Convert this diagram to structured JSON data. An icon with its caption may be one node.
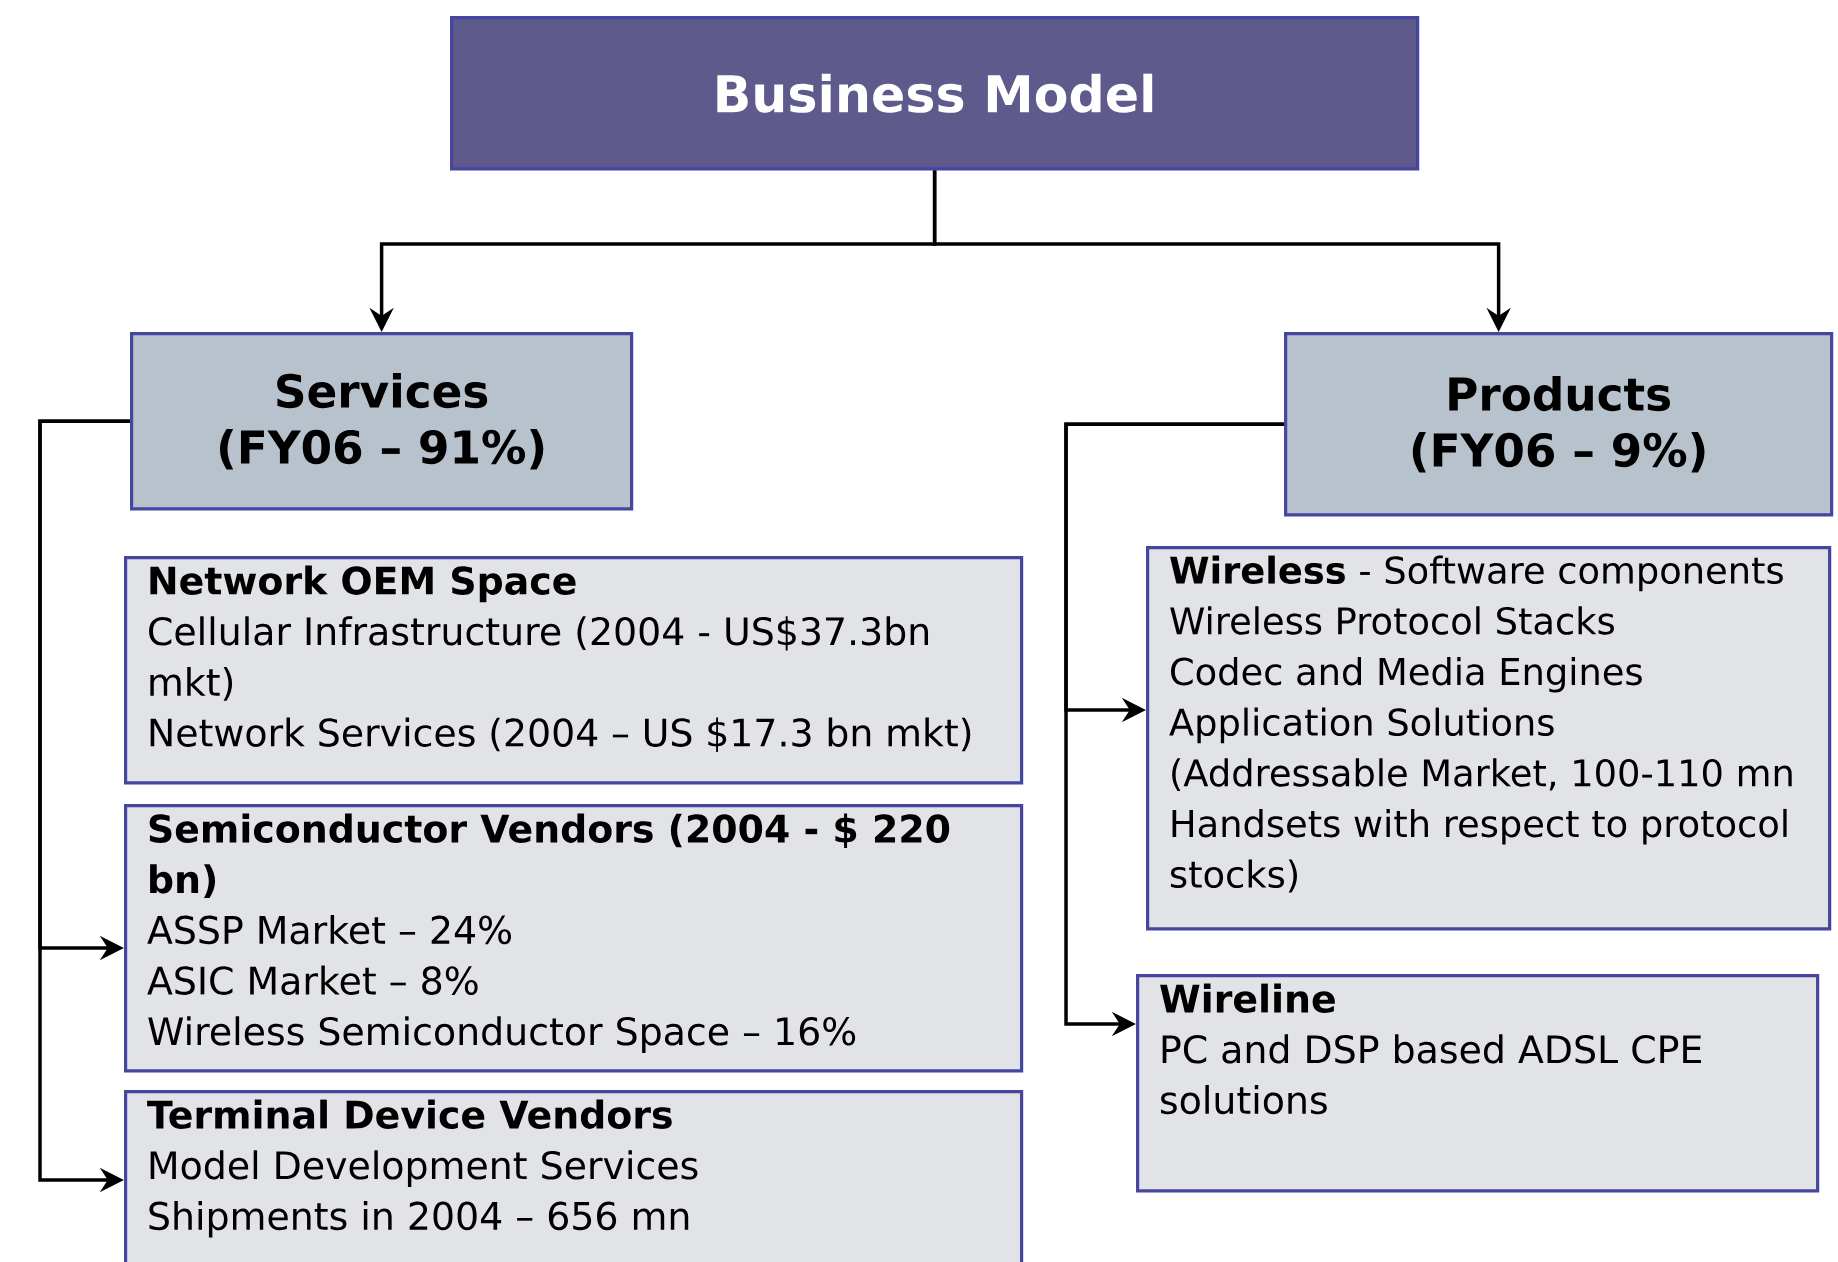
{
  "diagram": {
    "nodes": [
      {
        "text": [
          "Business Model"
        ]
      },
      {
        "text": [
          "Services",
          "(FY06 – 91%)"
        ]
      },
      {
        "text": [
          "Products",
          "(FY06 – 9%)"
        ]
      },
      {
        "text": [
          "Network OEM Space",
          "Cellular Infrastructure (2004 - US$37.3bn mkt)",
          "Network Services (2004 – US $17.3 bn mkt)"
        ]
      },
      {
        "text": [
          "Semiconductor Vendors (2004 - $ 220 bn)",
          "ASSP Market – 24%",
          "ASIC Market – 8%",
          "Wireless Semiconductor Space – 16%"
        ]
      },
      {
        "text": [
          "Terminal Device Vendors",
          "Model Development Services",
          "Shipments in 2004 – 656 mn"
        ]
      },
      {
        "text": [
          "**Wireless** - Software components",
          "Wireless Protocol Stacks",
          "Codec and Media Engines",
          "Application Solutions",
          "(Addressable Market, 100-110 mn Handsets with respect to protocol stocks)"
        ]
      },
      {
        "text": [
          "Wireline",
          "PC and DSP based ADSL CPE solutions"
        ]
      }
    ],
    "edges": [
      {
        "from": 0,
        "to": 1,
        "arrow": "to"
      },
      {
        "from": 0,
        "to": 2,
        "arrow": "to"
      },
      {
        "from": 1,
        "to": 4,
        "arrow": "to"
      },
      {
        "from": 1,
        "to": 5,
        "arrow": "to"
      },
      {
        "from": 2,
        "to": 6,
        "arrow": "to"
      },
      {
        "from": 2,
        "to": 7,
        "arrow": "to"
      }
    ]
  }
}
